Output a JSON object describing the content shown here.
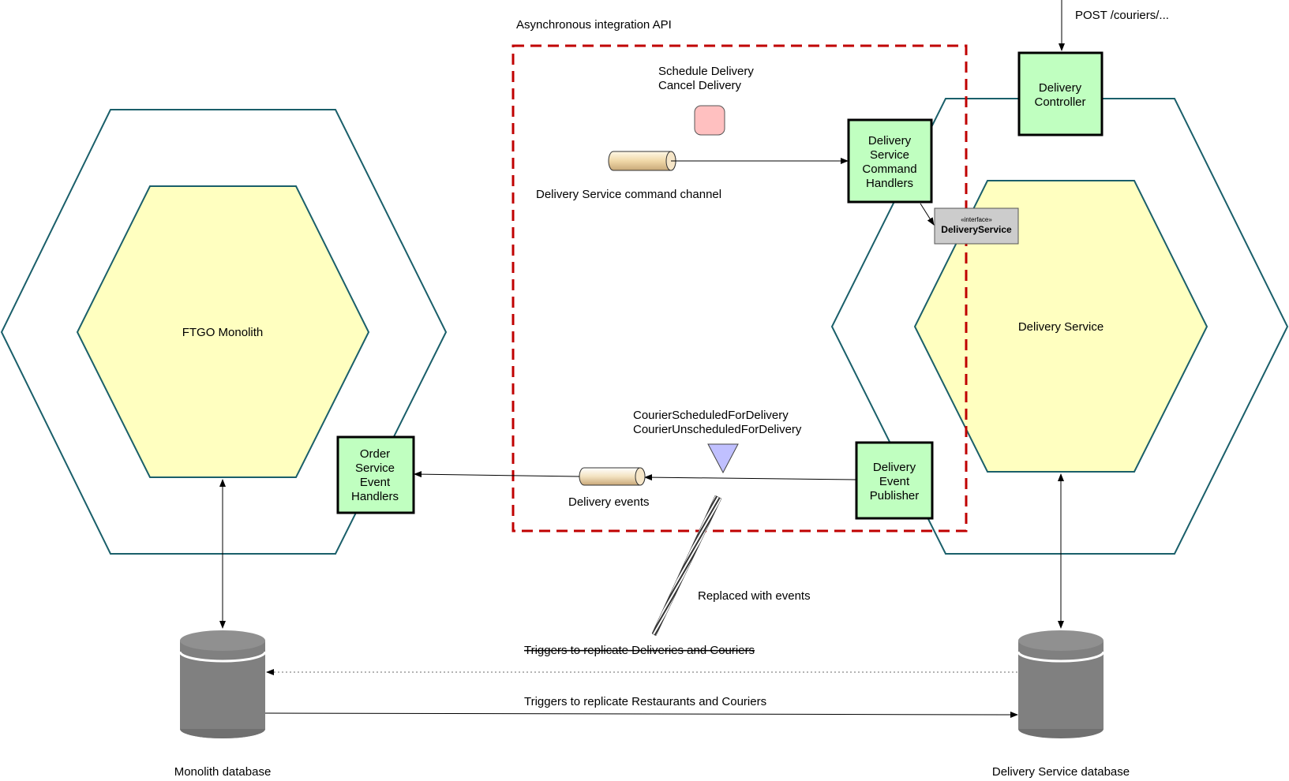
{
  "async_api": {
    "title": "Asynchronous integration API"
  },
  "http": {
    "endpoint": "POST /couriers/..."
  },
  "commands": {
    "line1": "Schedule Delivery",
    "line2": "Cancel Delivery"
  },
  "command_channel": {
    "label": "Delivery Service command channel"
  },
  "events": {
    "line1": "CourierScheduledForDelivery",
    "line2": "CourierUnscheduledForDelivery"
  },
  "event_channel": {
    "label": "Delivery events"
  },
  "monolith": {
    "label": "FTGO Monolith"
  },
  "delivery_service": {
    "label": "Delivery Service"
  },
  "order_handlers": {
    "lines": [
      "Order",
      "Service",
      "Event",
      "Handlers"
    ]
  },
  "command_handlers": {
    "lines": [
      "Delivery",
      "Service",
      "Command",
      "Handlers"
    ]
  },
  "event_publisher": {
    "lines": [
      "Delivery",
      "Event",
      "Publisher"
    ]
  },
  "delivery_controller": {
    "lines": [
      "Delivery",
      "Controller"
    ]
  },
  "interface_box": {
    "stereotype": "«interface»",
    "name": "DeliveryService"
  },
  "replaced_note": {
    "label": "Replaced with events"
  },
  "triggers": {
    "deliveries_couriers": "Triggers to replicate Deliveries and Couriers",
    "restaurants_couriers": "Triggers to replicate Restaurants and Couriers"
  },
  "databases": {
    "monolith": "Monolith database",
    "delivery": "Delivery Service database"
  },
  "colors": {
    "hex_border": "#1a5f6a",
    "inner_fill": "#ffffc0",
    "component_fill": "#c0ffc0",
    "dashed_border": "#c00000",
    "command_fill": "#ffc0c0",
    "event_fill": "#c0c0ff",
    "db_fill": "#808080"
  }
}
